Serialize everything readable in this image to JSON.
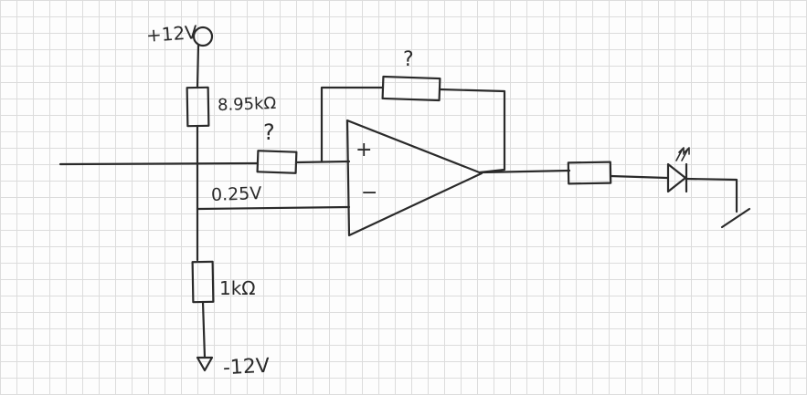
{
  "labels": {
    "supply_positive": "+12V",
    "resistor_top_value": "8.95kΩ",
    "resistor_feedback_value": "?",
    "resistor_input_value": "?",
    "reference_voltage": "0.25V",
    "resistor_bottom_value": "1kΩ",
    "supply_negative": "-12V",
    "opamp_plus": "+",
    "opamp_minus": "−"
  },
  "colors": {
    "ink": "#2a2a2a",
    "grid": "#dcdcdc",
    "paper": "#fdfdfd"
  }
}
